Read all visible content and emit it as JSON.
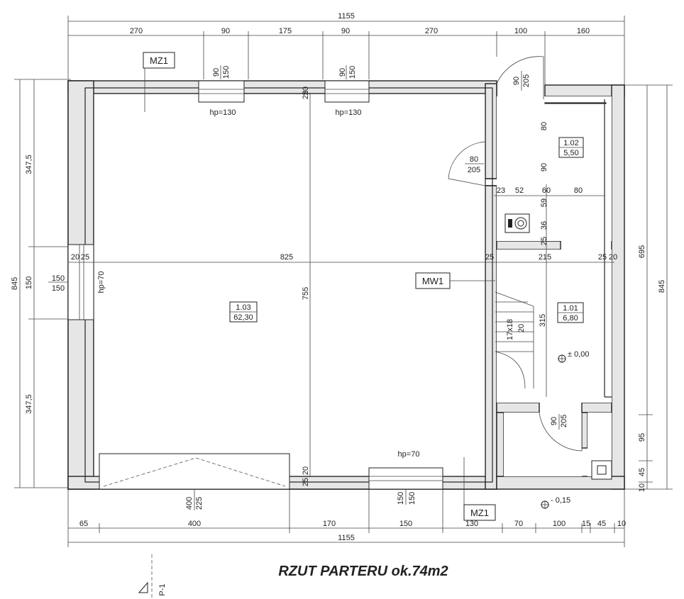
{
  "title": "RZUT PARTERU ok.74m2",
  "tags": {
    "mz1": "MZ1",
    "mw1": "MW1"
  },
  "rooms": [
    {
      "id": "1.03",
      "area": "62,30"
    },
    {
      "id": "1.02",
      "area": "5,50"
    },
    {
      "id": "1.01",
      "area": "6,80"
    }
  ],
  "openings": {
    "win_w": "90",
    "win_h": "150",
    "hp130": "hp=130",
    "hp70": "hp=70",
    "left_w": "150",
    "left_h": "150",
    "gate_w": "400",
    "gate_h": "225",
    "door_w": "80",
    "door_h": "205",
    "ext_door_w": "90",
    "ext_door_h": "205",
    "stair": "17x18",
    "stair_n": "20"
  },
  "levels": {
    "floor": "± 0,00",
    "outside": "- 0,15"
  },
  "section": "P-1",
  "dims": {
    "overall": "1155",
    "top": [
      "270",
      "90",
      "175",
      "90",
      "270",
      "100",
      "160"
    ],
    "bottom": [
      "65",
      "400",
      "170",
      "150",
      "130",
      "70",
      "100",
      "15",
      "45",
      "10"
    ],
    "left_total": "845",
    "left": [
      "347,5",
      "150",
      "347,5"
    ],
    "right_total": "845",
    "right_inner": "695",
    "right_small": [
      "95",
      "45",
      "10"
    ],
    "inner_h": "825",
    "inner_v": "755",
    "wall_t": "25",
    "wall_f": "20",
    "wall_25": "25",
    "wall_20": "20",
    "hall_row": [
      "23",
      "52",
      "60",
      "80"
    ],
    "stair_w": "215",
    "vert_hall": [
      "80",
      "90"
    ],
    "vert_small": [
      "59",
      "36",
      "25"
    ],
    "stair_len": "315"
  }
}
